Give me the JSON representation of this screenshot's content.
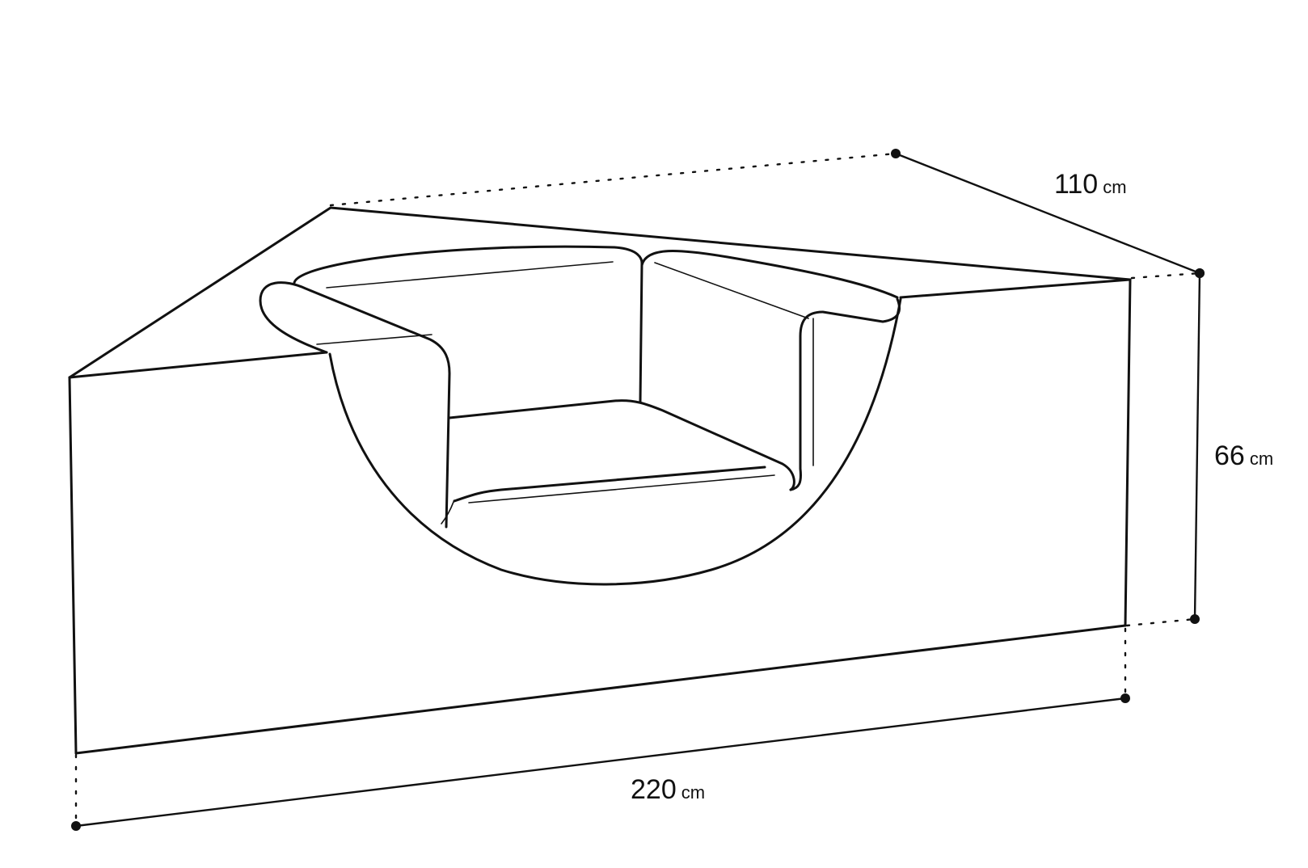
{
  "dimensions": {
    "width": {
      "value": "220",
      "unit": "cm"
    },
    "depth": {
      "value": "110",
      "unit": "cm"
    },
    "height": {
      "value": "66",
      "unit": "cm"
    }
  },
  "colors": {
    "line": "#111111",
    "background": "#ffffff"
  }
}
